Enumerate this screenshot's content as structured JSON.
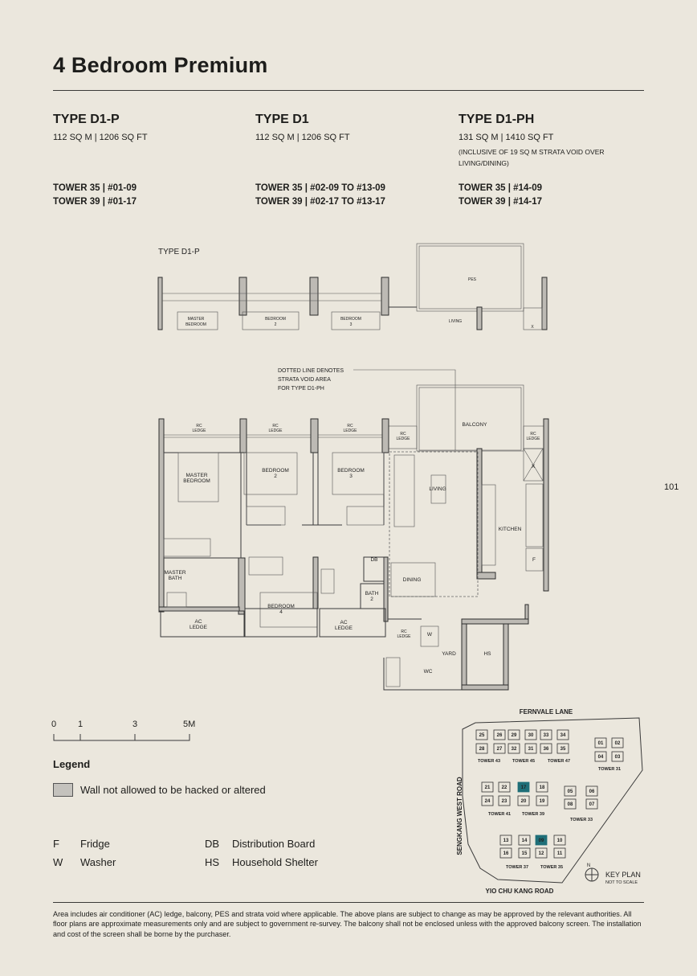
{
  "page": {
    "title": "4 Bedroom Premium",
    "page_number": "101"
  },
  "types": [
    {
      "name": "TYPE D1-P",
      "area": "112 SQ M | 1206 SQ FT",
      "note": "",
      "towers": [
        "TOWER 35 | #01-09",
        "TOWER 39 | #01-17"
      ]
    },
    {
      "name": "TYPE D1",
      "area": "112 SQ M | 1206 SQ FT",
      "note": "",
      "towers": [
        "TOWER 35 | #02-09 TO #13-09",
        "TOWER 39 | #02-17 TO #13-17"
      ]
    },
    {
      "name": "TYPE D1-PH",
      "area": "131 SQ M | 1410 SQ FT",
      "note": "(Inclusive of 19 sq m strata void over living/dining)",
      "towers": [
        "TOWER 35 | #14-09",
        "TOWER 39 | #14-17"
      ]
    }
  ],
  "partial_plan": {
    "label": "TYPE D1-P",
    "rooms": {
      "master_bedroom": [
        "MASTER",
        "BEDROOM"
      ],
      "bedroom2": [
        "BEDROOM",
        "2"
      ],
      "bedroom3": [
        "BEDROOM",
        "3"
      ],
      "pes": "PES",
      "living": "LIVING",
      "x": "X"
    }
  },
  "plan": {
    "annotation": [
      "DOTTED LINE DENOTES",
      "STRATA VOID AREA",
      "FOR TYPE D1-PH"
    ],
    "rc_ledge": [
      "RC",
      "LEDGE"
    ],
    "ac_ledge": [
      "AC",
      "LEDGE"
    ],
    "rooms": {
      "master_bedroom": [
        "MASTER",
        "BEDROOM"
      ],
      "bedroom2": [
        "BEDROOM",
        "2"
      ],
      "bedroom3": [
        "BEDROOM",
        "3"
      ],
      "bedroom4": [
        "BEDROOM",
        "4"
      ],
      "master_bath": [
        "MASTER",
        "BATH"
      ],
      "bath2": [
        "BATH",
        "2"
      ],
      "living": "LIVING",
      "dining": "DINING",
      "kitchen": "KITCHEN",
      "balcony": "BALCONY",
      "yard": "YARD",
      "wc": "WC",
      "hs": "HS",
      "db": "DB",
      "f": "F",
      "w": "W",
      "x": "X"
    }
  },
  "scale_bar": {
    "labels": [
      "0",
      "1",
      "3",
      "5M"
    ]
  },
  "legend": {
    "title": "Legend",
    "wall_note": "Wall not allowed to be hacked or altered",
    "wall_color": "#c4c2bd",
    "abbreviations": [
      {
        "code": "F",
        "meaning": "Fridge"
      },
      {
        "code": "W",
        "meaning": "Washer"
      },
      {
        "code": "DB",
        "meaning": "Distribution Board"
      },
      {
        "code": "HS",
        "meaning": "Household Shelter"
      }
    ]
  },
  "key_plan": {
    "title": "KEY PLAN",
    "subtitle": "NOT TO SCALE",
    "north": "N",
    "highlight_color": "#1f6f78",
    "roads": {
      "north": "FERNVALE LANE",
      "west": "SENGKANG WEST ROAD",
      "south": "YIO CHU KANG ROAD"
    },
    "towers": [
      {
        "name": "TOWER 43",
        "units": [
          "25",
          "26",
          "28",
          "27"
        ],
        "highlighted": []
      },
      {
        "name": "TOWER 45",
        "units": [
          "29",
          "30",
          "32",
          "31"
        ],
        "highlighted": []
      },
      {
        "name": "TOWER 47",
        "units": [
          "33",
          "34",
          "36",
          "35"
        ],
        "highlighted": []
      },
      {
        "name": "TOWER 31",
        "units": [
          "01",
          "02",
          "04",
          "03"
        ],
        "highlighted": []
      },
      {
        "name": "TOWER 41",
        "units": [
          "21",
          "22",
          "24",
          "23"
        ],
        "highlighted": []
      },
      {
        "name": "TOWER 39",
        "units": [
          "17",
          "18",
          "20",
          "19"
        ],
        "highlighted": [
          "17"
        ]
      },
      {
        "name": "TOWER 33",
        "units": [
          "05",
          "06",
          "08",
          "07"
        ],
        "highlighted": []
      },
      {
        "name": "TOWER 37",
        "units": [
          "13",
          "14",
          "16",
          "15"
        ],
        "highlighted": []
      },
      {
        "name": "TOWER 35",
        "units": [
          "09",
          "10",
          "12",
          "11"
        ],
        "highlighted": [
          "09"
        ]
      }
    ]
  },
  "footer": "Area includes air conditioner (AC) ledge, balcony, PES and strata void where applicable. The above plans are subject to change as may be approved by the relevant authorities. All floor plans are approximate measurements only and are subject to government re-survey. The balcony shall not be enclosed unless with the approved balcony screen. The installation and cost of the screen shall be borne by the purchaser."
}
